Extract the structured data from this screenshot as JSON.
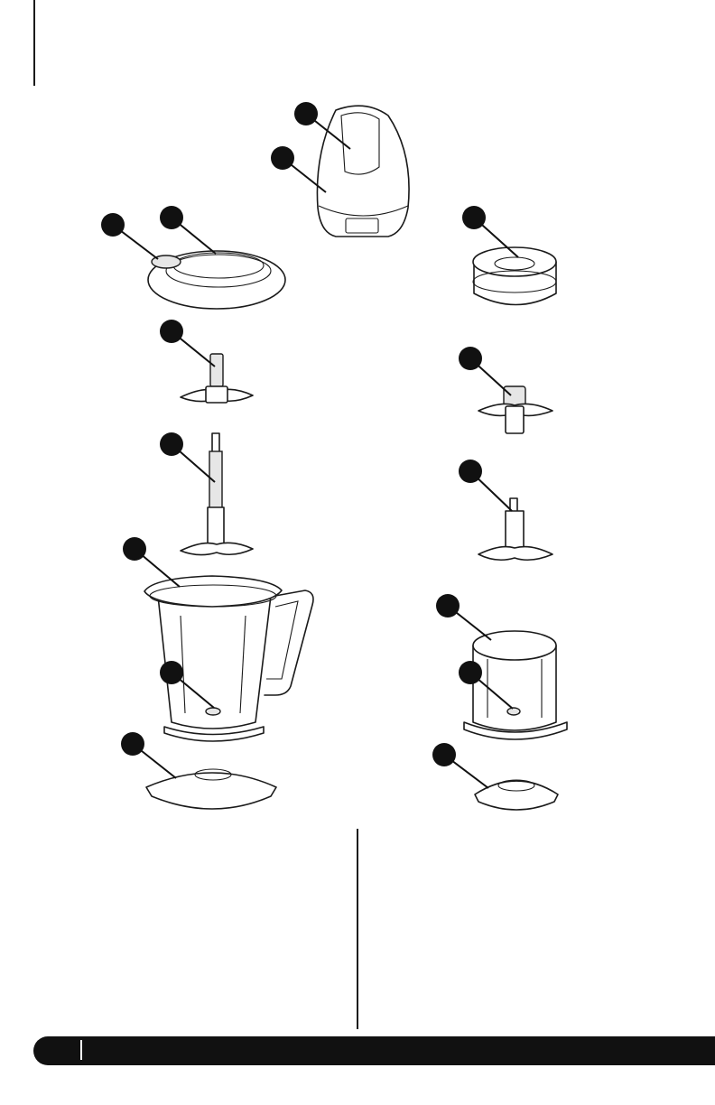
{
  "document": {
    "title": "",
    "page_number": "",
    "footer_text": ""
  },
  "figure": {
    "callouts": [
      {
        "id": "motor-top"
      },
      {
        "id": "motor-body"
      },
      {
        "id": "pitcher-lid-spout"
      },
      {
        "id": "pitcher-lid"
      },
      {
        "id": "bowl-splash-guard"
      },
      {
        "id": "small-blade"
      },
      {
        "id": "bowl-blade"
      },
      {
        "id": "long-blade"
      },
      {
        "id": "bowl-small-blade"
      },
      {
        "id": "pitcher"
      },
      {
        "id": "bowl"
      },
      {
        "id": "pitcher-spindle"
      },
      {
        "id": "bowl-spindle"
      },
      {
        "id": "pitcher-base"
      },
      {
        "id": "bowl-base"
      }
    ]
  }
}
